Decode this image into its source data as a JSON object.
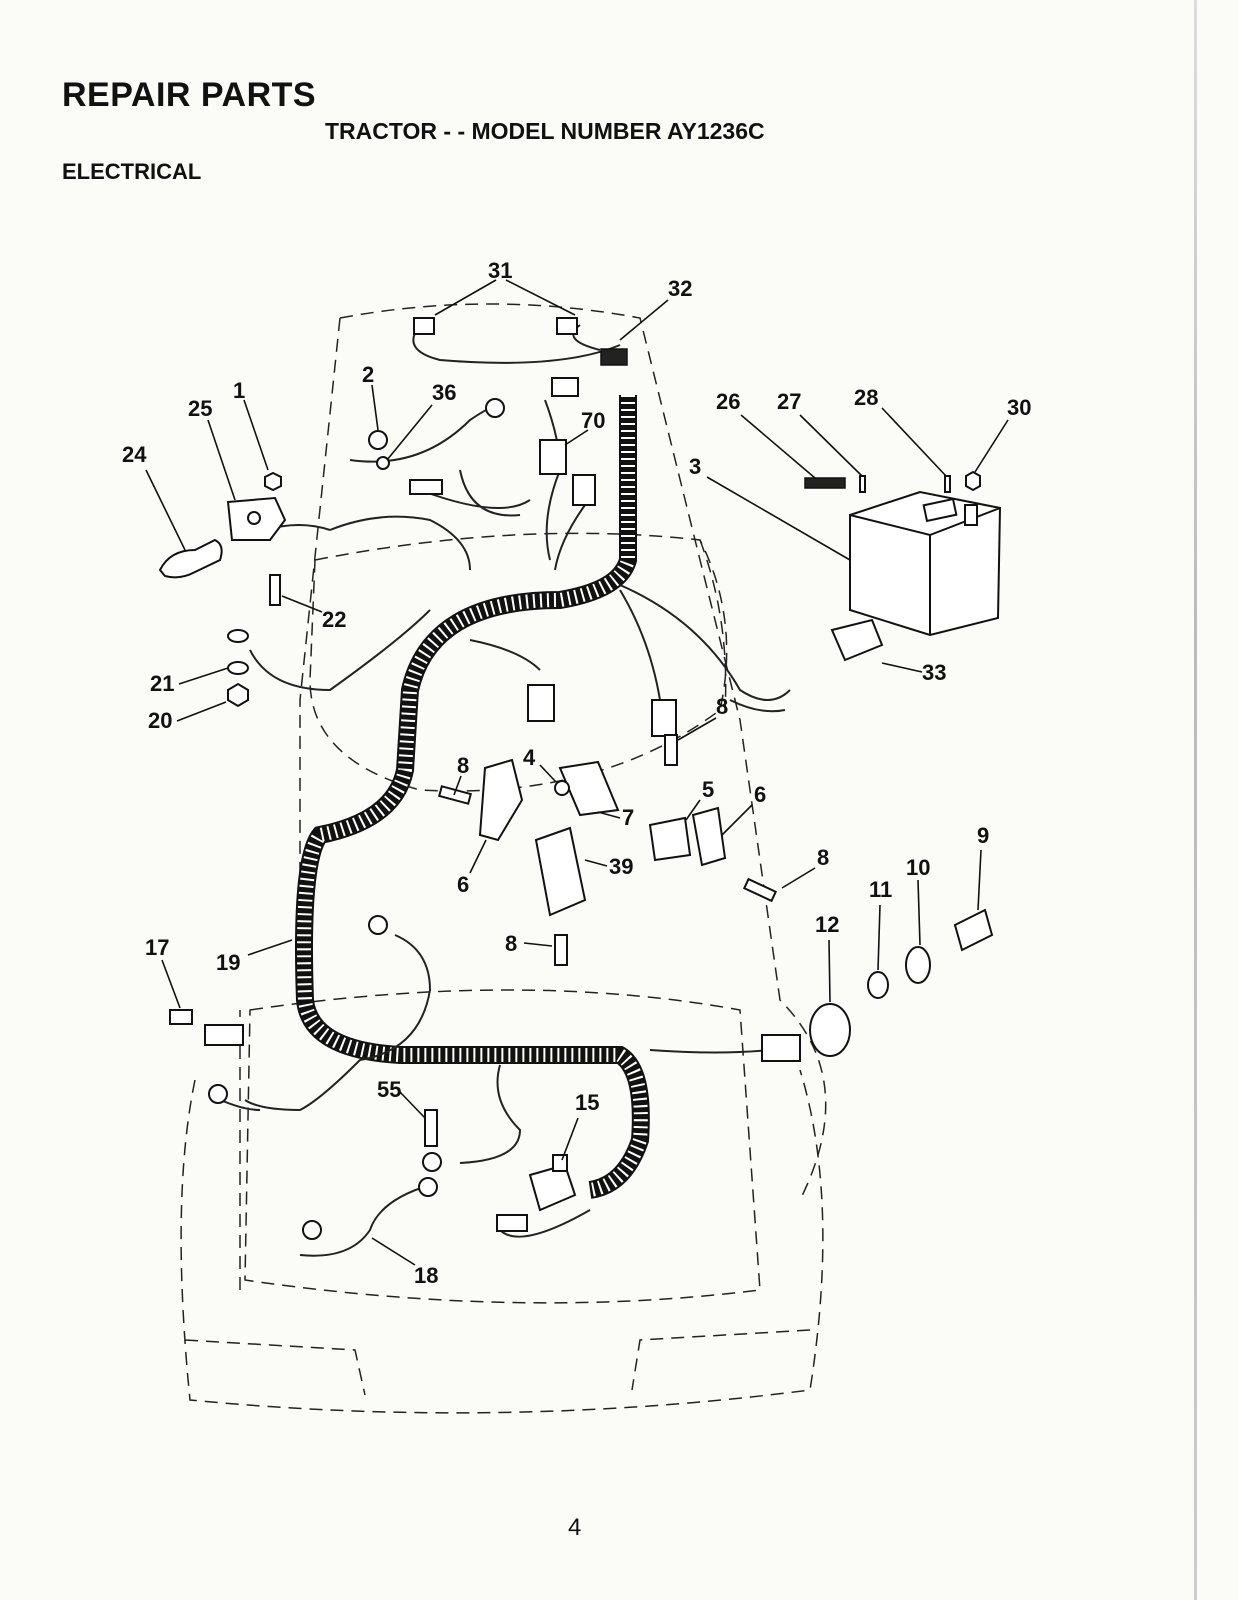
{
  "header": {
    "title": "REPAIR PARTS",
    "subtitle": "TRACTOR - - MODEL NUMBER AY1236C",
    "section": "ELECTRICAL"
  },
  "footer": {
    "page_number": "4"
  },
  "callouts": {
    "c31": "31",
    "c32": "32",
    "c2": "2",
    "c36": "36",
    "c70": "70",
    "c1": "1",
    "c25": "25",
    "c24": "24",
    "c26": "26",
    "c27": "27",
    "c28": "28",
    "c30": "30",
    "c3": "3",
    "c22": "22",
    "c21": "21",
    "c20": "20",
    "c33": "33",
    "c8a": "8",
    "c8b": "8",
    "c8c": "8",
    "c8d": "8",
    "c4": "4",
    "c5": "5",
    "c6a": "6",
    "c6b": "6",
    "c7": "7",
    "c39": "39",
    "c9": "9",
    "c10": "10",
    "c11": "11",
    "c12": "12",
    "c17": "17",
    "c19": "19",
    "c55": "55",
    "c15": "15",
    "c18": "18"
  }
}
